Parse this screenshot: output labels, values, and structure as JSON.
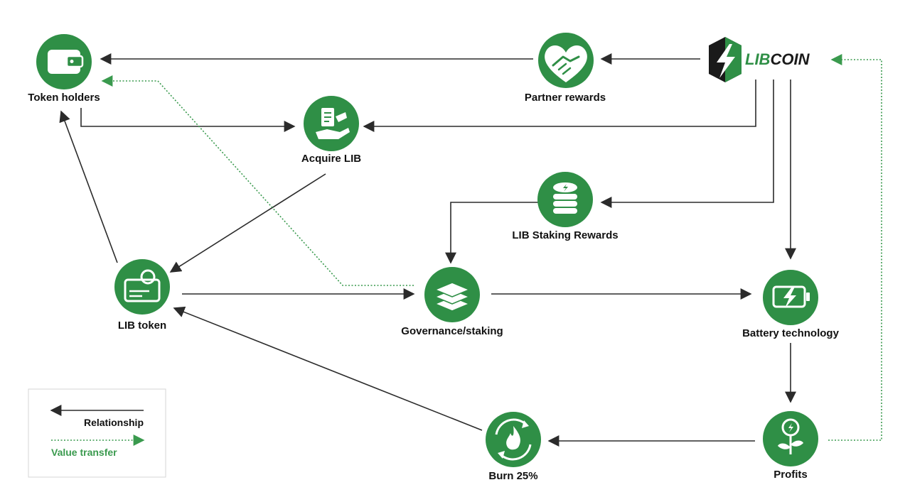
{
  "colors": {
    "node_fill": "#2f8f46",
    "relationship": "#2b2b2b",
    "value_transfer": "#3a9a4e",
    "logo_dark": "#1a1a1a"
  },
  "logo": {
    "prefix": "LIB",
    "suffix": "COIN"
  },
  "nodes": {
    "token_holders": {
      "label": "Token holders",
      "icon": "wallet-icon"
    },
    "partner_rewards": {
      "label": "Partner rewards",
      "icon": "handshake-heart-icon"
    },
    "acquire_lib": {
      "label": "Acquire LIB",
      "icon": "hand-receipt-icon"
    },
    "staking_rewards": {
      "label": "LIB Staking Rewards",
      "icon": "coin-stack-icon"
    },
    "lib_token": {
      "label": "LIB token",
      "icon": "token-card-icon"
    },
    "governance": {
      "label": "Governance/staking",
      "icon": "layers-icon"
    },
    "battery": {
      "label": "Battery technology",
      "icon": "battery-charging-icon"
    },
    "burn": {
      "label": "Burn 25%",
      "icon": "fire-cycle-icon"
    },
    "profits": {
      "label": "Profits",
      "icon": "growth-plant-icon"
    }
  },
  "legend": {
    "relationship": "Relationship",
    "value_transfer": "Value transfer"
  }
}
